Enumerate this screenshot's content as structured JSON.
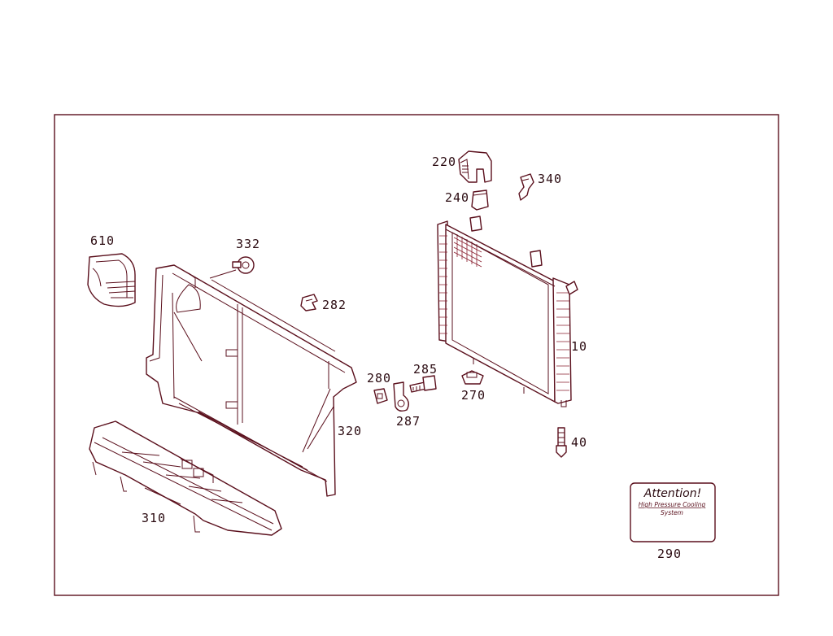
{
  "parts": [
    {
      "id": "p10",
      "number": "10"
    },
    {
      "id": "p40",
      "number": "40"
    },
    {
      "id": "p220",
      "number": "220"
    },
    {
      "id": "p240",
      "number": "240"
    },
    {
      "id": "p270",
      "number": "270"
    },
    {
      "id": "p280",
      "number": "280"
    },
    {
      "id": "p282",
      "number": "282"
    },
    {
      "id": "p285",
      "number": "285"
    },
    {
      "id": "p287",
      "number": "287"
    },
    {
      "id": "p290",
      "number": "290"
    },
    {
      "id": "p310",
      "number": "310"
    },
    {
      "id": "p320",
      "number": "320"
    },
    {
      "id": "p332",
      "number": "332"
    },
    {
      "id": "p340",
      "number": "340"
    },
    {
      "id": "p610",
      "number": "610"
    }
  ],
  "attention_label": {
    "title": "Attention!",
    "line1": "High Pressure Cooling",
    "line2": "System"
  },
  "colors": {
    "line": "#5a0f1c",
    "text": "#2a0a10",
    "background": "#ffffff"
  }
}
